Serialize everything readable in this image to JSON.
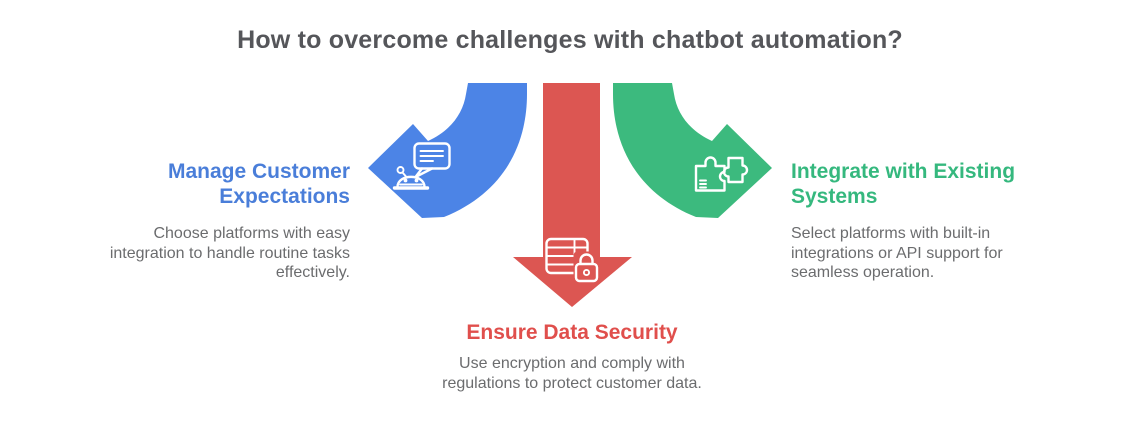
{
  "title": "How to overcome challenges with chatbot automation?",
  "colors": {
    "title_text": "#55565A",
    "body_text": "#6B6C6E",
    "blue_heading": "#4A7ED9",
    "red_heading": "#E04F4C",
    "green_heading": "#35B87E",
    "blue_arrow": "#4C84E6",
    "red_arrow": "#DC5652",
    "green_arrow": "#3CBA7E",
    "icon_stroke": "#FFFFFF"
  },
  "items": [
    {
      "id": "manage-customer-expectations",
      "heading": "Manage Customer Expectations",
      "heading_lines": [
        "Manage Customer",
        "Expectations"
      ],
      "description": "Choose platforms with easy integration to handle routine tasks effectively.",
      "description_lines": [
        "Choose platforms with easy",
        "integration to handle routine tasks",
        "effectively."
      ],
      "icon": "chatbot-speech-icon",
      "arrow_direction": "left",
      "arrow_color": "#4C84E6"
    },
    {
      "id": "ensure-data-security",
      "heading": "Ensure Data Security",
      "heading_lines": [
        "Ensure Data Security"
      ],
      "description": "Use encryption and comply with regulations to protect customer data.",
      "description_lines": [
        "Use encryption and comply with",
        "regulations to protect customer data."
      ],
      "icon": "database-lock-icon",
      "arrow_direction": "down",
      "arrow_color": "#DC5652"
    },
    {
      "id": "integrate-existing-systems",
      "heading": "Integrate with Existing Systems",
      "heading_lines": [
        "Integrate with Existing",
        "Systems"
      ],
      "description": "Select platforms with built-in integrations or API support for seamless operation.",
      "description_lines": [
        "Select platforms with built-in",
        "integrations or API support for",
        "seamless operation."
      ],
      "icon": "puzzle-integration-icon",
      "arrow_direction": "right",
      "arrow_color": "#3CBA7E"
    }
  ]
}
